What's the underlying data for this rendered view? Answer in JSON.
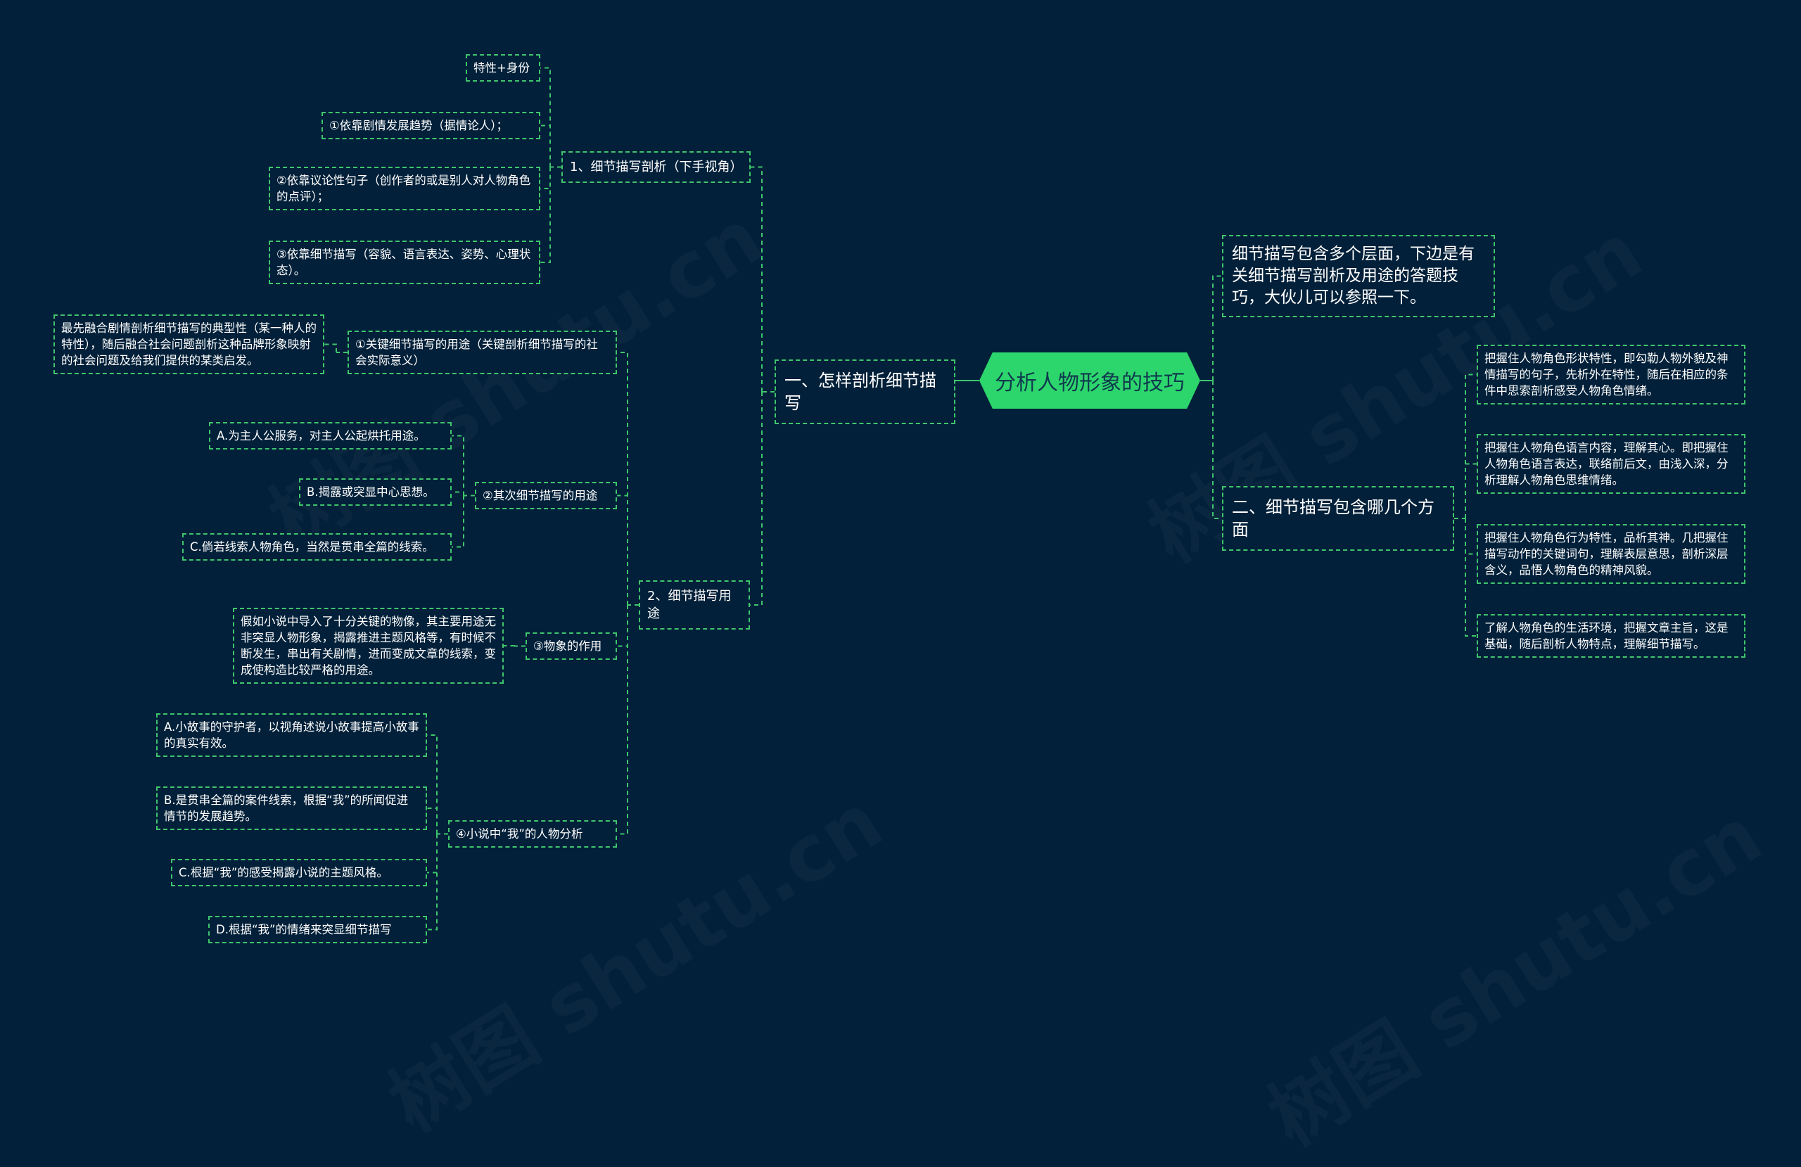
{
  "title": "分析人物形象的技巧",
  "watermark": "树图 shutu.cn",
  "colors": {
    "background": "#022039",
    "accent": "#2dd66d",
    "line": "#3fc56d"
  },
  "left": {
    "branch": "一、怎样剖析细节描写",
    "sub1": {
      "label": "1、细节描写剖析（下手视角）",
      "items": [
        "特性+身份",
        "①依靠剧情发展趋势（据情论人）；",
        "②依靠议论性句子（创作者的或是别人对人物角色的点评）；",
        "③依靠细节描写（容貌、语言表达、姿势、心理状态）。"
      ]
    },
    "sub2": {
      "label": "2、细节描写用途",
      "u1": {
        "label": "①关键细节描写的用途（关键剖析细节描写的社会实际意义）",
        "items": [
          "最先融合剧情剖析细节描写的典型性（某一种人的特性），随后融合社会问题剖析这种品牌形象映射的社会问题及给我们提供的某类启发。"
        ]
      },
      "u2": {
        "label": "②其次细节描写的用途",
        "items": [
          "A.为主人公服务，对主人公起烘托用途。",
          "B.揭露或突显中心思想。",
          "C.倘若线索人物角色，当然是贯串全篇的线索。"
        ]
      },
      "u3": {
        "label": "③物象的作用",
        "items": [
          "假如小说中导入了十分关键的物像，其主要用途无非突显人物形象，揭露推进主题风格等，有时候不断发生，串出有关剧情，进而变成文章的线索，变成使构造比较严格的用途。"
        ]
      },
      "u4": {
        "label": "④小说中“我”的人物分析",
        "items": [
          "A.小故事的守护者，以视角述说小故事提高小故事的真实有效。",
          "B.是贯串全篇的案件线索，根据“我”的所闻促进情节的发展趋势。",
          "C.根据“我”的感受揭露小说的主题风格。",
          "D.根据“我”的情绪来突显细节描写"
        ]
      }
    }
  },
  "right": {
    "intro": "细节描写包含多个层面，下边是有关细节描写剖析及用途的答题技巧，大伙儿可以参照一下。",
    "branch": "二、细节描写包含哪几个方面",
    "items": [
      "把握住人物角色形状特性，即勾勒人物外貌及神情描写的句子，先析外在特性，随后在相应的条件中思索剖析感受人物角色情绪。",
      "把握住人物角色语言内容，理解其心。即把握住人物角色语言表达，联络前后文，由浅入深，分析理解人物角色思维情绪。",
      "把握住人物角色行为特性，品析其神。几把握住描写动作的关键词句，理解表层意思，剖析深层含义，品悟人物角色的精神风貌。",
      "了解人物角色的生活环境，把握文章主旨，这是基础，随后剖析人物特点，理解细节描写。"
    ]
  }
}
